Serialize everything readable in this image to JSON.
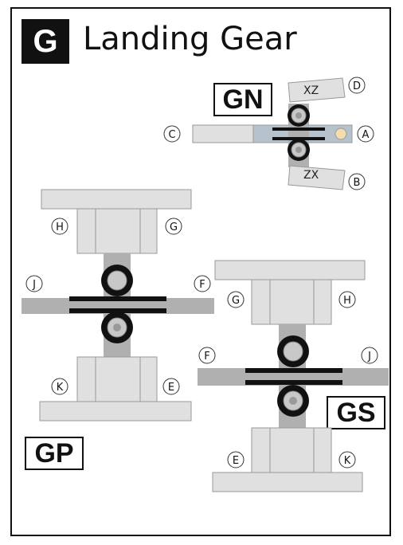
{
  "header": {
    "badge_letter": "G",
    "title": "Landing Gear"
  },
  "sections": {
    "gn": "GN",
    "gp": "GP",
    "gs": "GS"
  },
  "gn_labels": {
    "a": "A",
    "b": "B",
    "c": "C",
    "d": "D",
    "xz": "XZ",
    "zx": "ZX"
  },
  "gp_labels": {
    "h": "H",
    "g": "G",
    "j": "J",
    "f": "F",
    "k": "K",
    "e": "E"
  },
  "gs_labels": {
    "g": "G",
    "h": "H",
    "f": "F",
    "j": "J",
    "e": "E",
    "k": "K"
  },
  "colors": {
    "part_fill": "#e0e0e0",
    "part_stroke": "#999999",
    "arm_fill": "#b0b0b0",
    "wheel": "#111111",
    "hub": "#bdbdbd"
  }
}
